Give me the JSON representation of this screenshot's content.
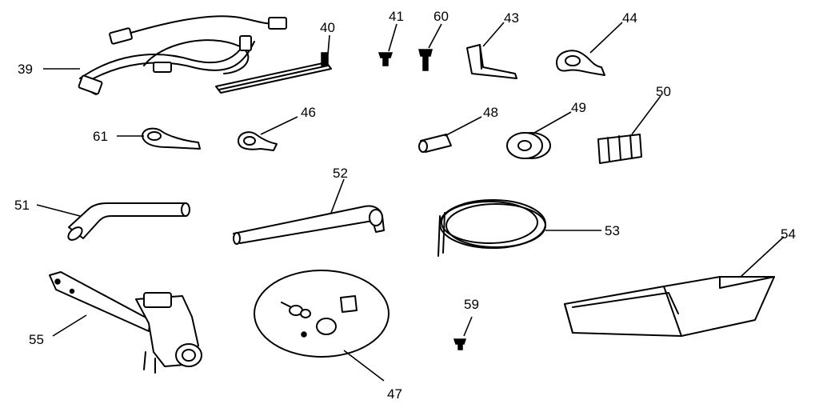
{
  "diagram": {
    "parts": [
      {
        "id": "39",
        "label": "39"
      },
      {
        "id": "40",
        "label": "40"
      },
      {
        "id": "41",
        "label": "41"
      },
      {
        "id": "60",
        "label": "60"
      },
      {
        "id": "43",
        "label": "43"
      },
      {
        "id": "44",
        "label": "44"
      },
      {
        "id": "61",
        "label": "61"
      },
      {
        "id": "46",
        "label": "46"
      },
      {
        "id": "48",
        "label": "48"
      },
      {
        "id": "49",
        "label": "49"
      },
      {
        "id": "50",
        "label": "50"
      },
      {
        "id": "51",
        "label": "51"
      },
      {
        "id": "52",
        "label": "52"
      },
      {
        "id": "53",
        "label": "53"
      },
      {
        "id": "54",
        "label": "54"
      },
      {
        "id": "55",
        "label": "55"
      },
      {
        "id": "47",
        "label": "47"
      },
      {
        "id": "59",
        "label": "59"
      }
    ]
  }
}
